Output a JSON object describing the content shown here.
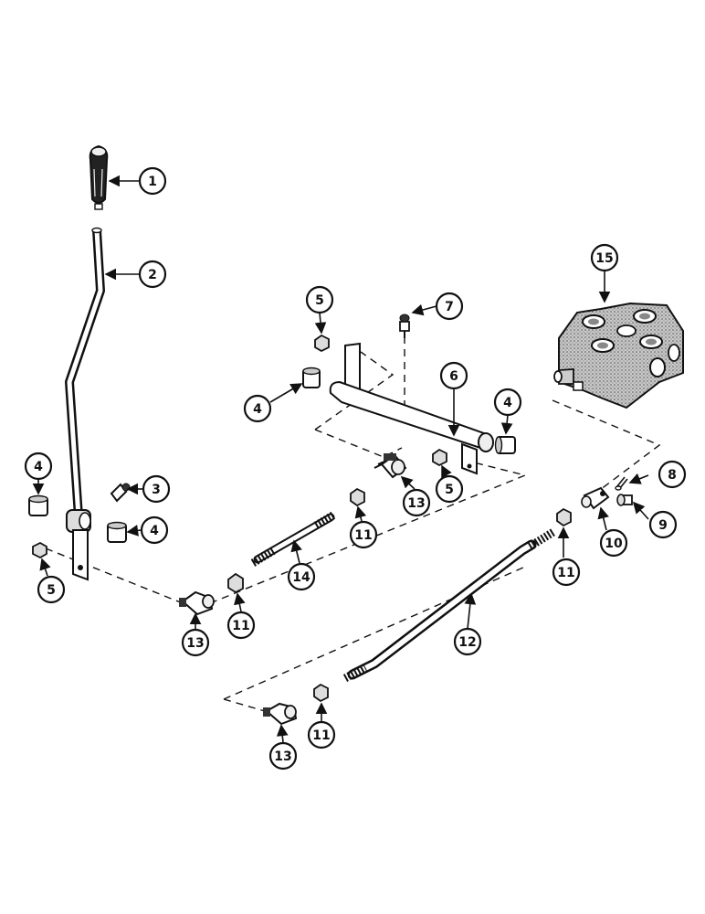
{
  "callouts": {
    "c1": "1",
    "c2": "2",
    "c3": "3",
    "c4a": "4",
    "c4b": "4",
    "c4c": "4",
    "c4d": "4",
    "c5a": "5",
    "c5b": "5",
    "c5c": "5",
    "c6": "6",
    "c7": "7",
    "c8": "8",
    "c9": "9",
    "c10": "10",
    "c11a": "11",
    "c11b": "11",
    "c11c": "11",
    "c11d": "11",
    "c12": "12",
    "c13a": "13",
    "c13b": "13",
    "c13c": "13",
    "c14": "14",
    "c15": "15"
  },
  "colors": {
    "ink": "#111111",
    "paper": "#ffffff"
  }
}
